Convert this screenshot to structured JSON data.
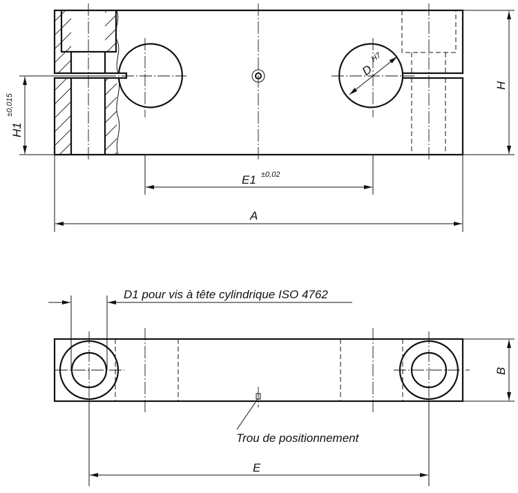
{
  "labels": {
    "H1": "H1",
    "H1_tolerance": "±0,015",
    "E1": "E1",
    "E1_tolerance": "±0,02",
    "D": "D",
    "D_fit": "H7",
    "H": "H",
    "A": "A",
    "D1_note": "D1 pour vis à tête cylindrique ISO 4762",
    "B": "B",
    "hole_note": "Trou de positionnement",
    "E": "E"
  }
}
